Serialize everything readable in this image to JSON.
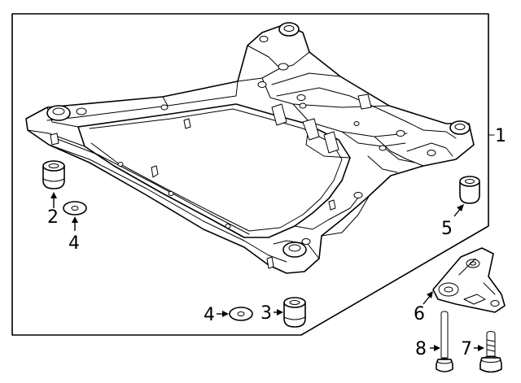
{
  "callouts": {
    "c1": "1",
    "c2": "2",
    "c3": "3",
    "c4a": "4",
    "c4b": "4",
    "c5": "5",
    "c6": "6",
    "c7": "7",
    "c8": "8"
  },
  "colors": {
    "line": "#000000",
    "background": "#ffffff"
  }
}
